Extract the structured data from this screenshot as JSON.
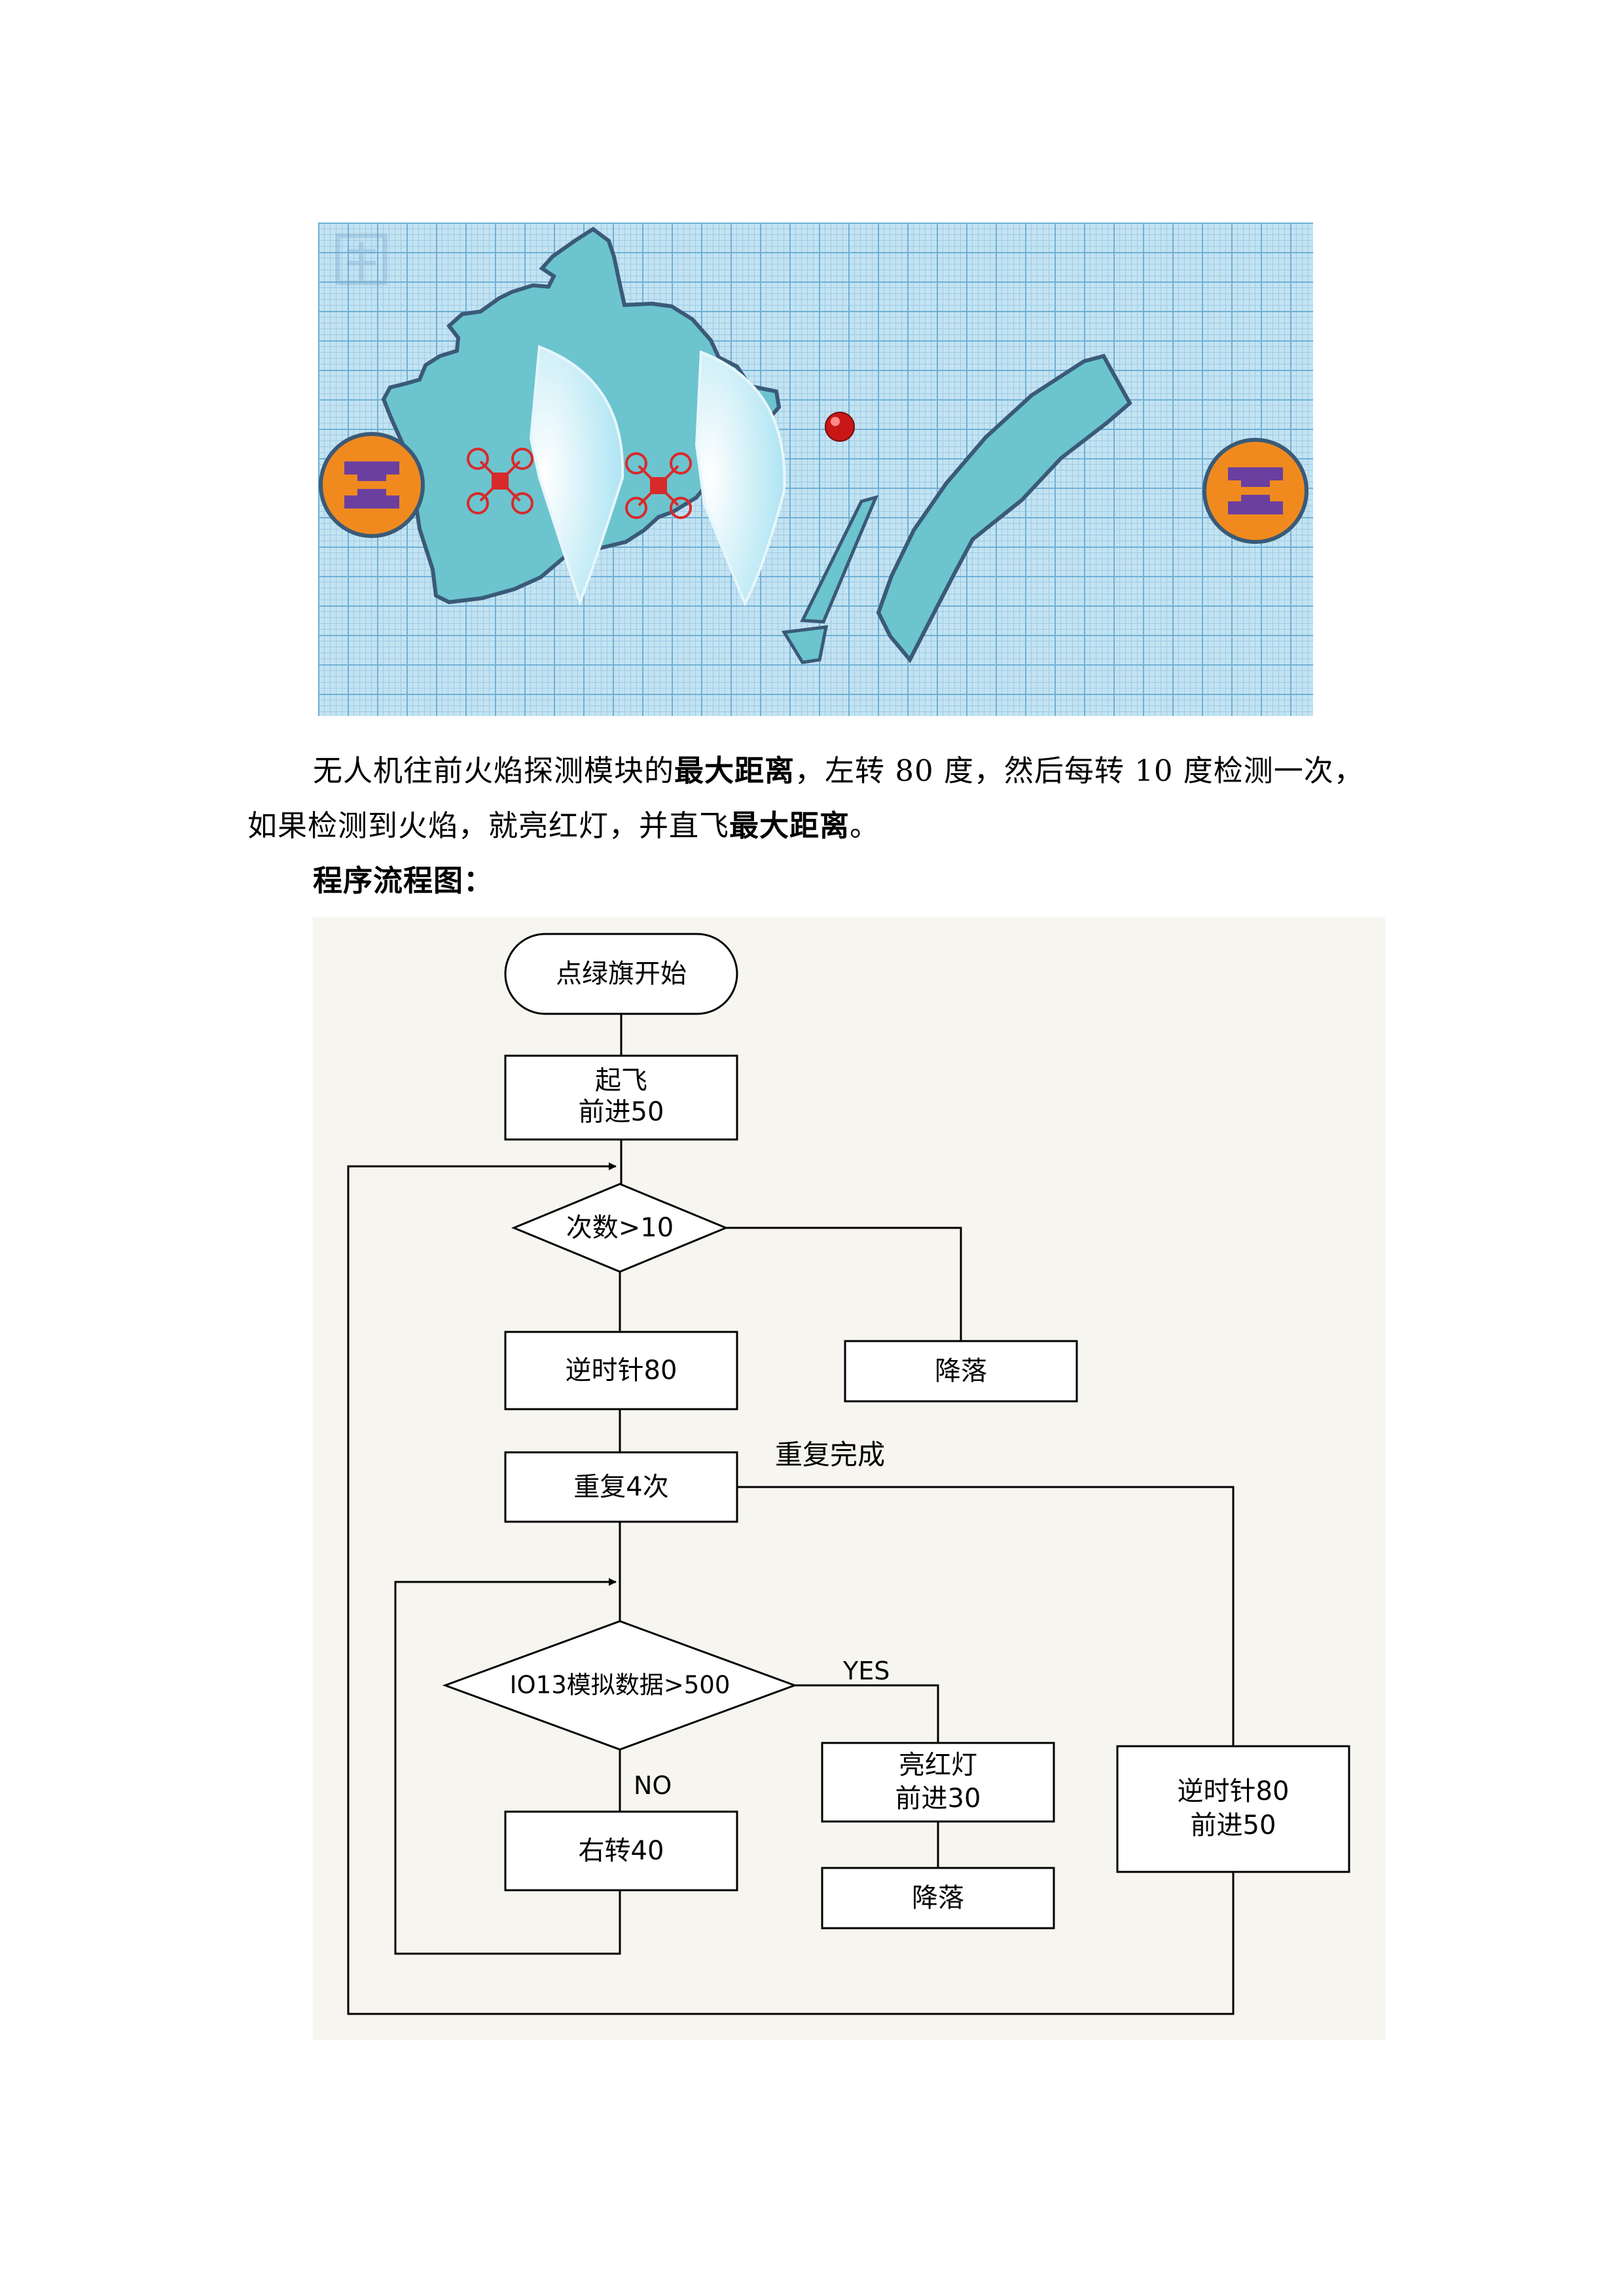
{
  "paragraph": {
    "l1_a": "无人机往前火焰探测模块的",
    "l1_b": "最大距离",
    "l1_c": "，左转 80 度，然后每转 10 度检测一次，",
    "l2_a": "如果检测到火焰，就亮红灯，并直飞",
    "l2_b": "最大距离",
    "l2_c": "。",
    "heading": "程序流程图："
  },
  "sim": {
    "helipad_letter": "H",
    "colors": {
      "grid_bg": "#c3e3f2",
      "land": "#6cc4cf",
      "land_edge": "#3a5a78",
      "helipad": "#f08a1e",
      "helipad_mark": "#6b3fa0",
      "target": "#d11a1a",
      "drone": "#e23a3a",
      "sector": "#dff4fb"
    }
  },
  "flowchart": {
    "start": "点绿旗开始",
    "takeoff_l1": "起飞",
    "takeoff_l2": "前进50",
    "cond_count": "次数>10",
    "ccw80": "逆时针80",
    "land_top": "降落",
    "repeat4": "重复4次",
    "repeat_done": "重复完成",
    "cond_io13": "IO13模拟数据>500",
    "yes": "YES",
    "no": "NO",
    "red_l1": "亮红灯",
    "red_l2": "前进30",
    "right40": "右转40",
    "land_bottom": "降落",
    "ccw80_fwd_l1": "逆时针80",
    "ccw80_fwd_l2": "前进50"
  }
}
